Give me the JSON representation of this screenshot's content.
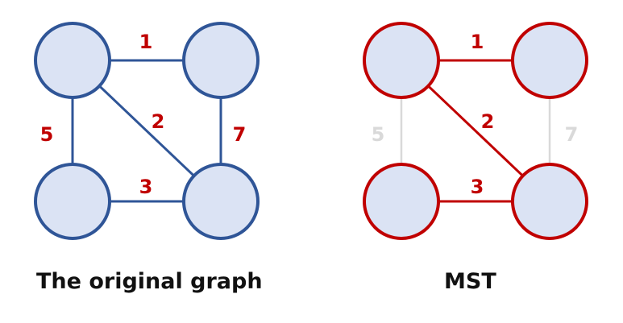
{
  "colors": {
    "node_fill": "#dbe3f4",
    "original_stroke": "#2f5597",
    "mst_stroke": "#c00000",
    "excluded_edge": "#d9d9d9",
    "weight_label": "#c00000",
    "excluded_label": "#d9d9d9"
  },
  "graphs": [
    {
      "id": "original",
      "caption": "The original graph",
      "edges": [
        {
          "id": "top",
          "from": "tl",
          "to": "tr",
          "weight": "1",
          "in_tree": true
        },
        {
          "id": "diagonal",
          "from": "tl",
          "to": "br",
          "weight": "2",
          "in_tree": true
        },
        {
          "id": "bottom",
          "from": "bl",
          "to": "br",
          "weight": "3",
          "in_tree": true
        },
        {
          "id": "left",
          "from": "tl",
          "to": "bl",
          "weight": "5",
          "in_tree": true
        },
        {
          "id": "right",
          "from": "tr",
          "to": "br",
          "weight": "7",
          "in_tree": true
        }
      ]
    },
    {
      "id": "mst",
      "caption": "MST",
      "edges": [
        {
          "id": "top",
          "from": "tl",
          "to": "tr",
          "weight": "1",
          "in_tree": true
        },
        {
          "id": "diagonal",
          "from": "tl",
          "to": "br",
          "weight": "2",
          "in_tree": true
        },
        {
          "id": "bottom",
          "from": "bl",
          "to": "br",
          "weight": "3",
          "in_tree": true
        },
        {
          "id": "left",
          "from": "tl",
          "to": "bl",
          "weight": "5",
          "in_tree": false
        },
        {
          "id": "right",
          "from": "tr",
          "to": "br",
          "weight": "7",
          "in_tree": false
        }
      ]
    }
  ]
}
